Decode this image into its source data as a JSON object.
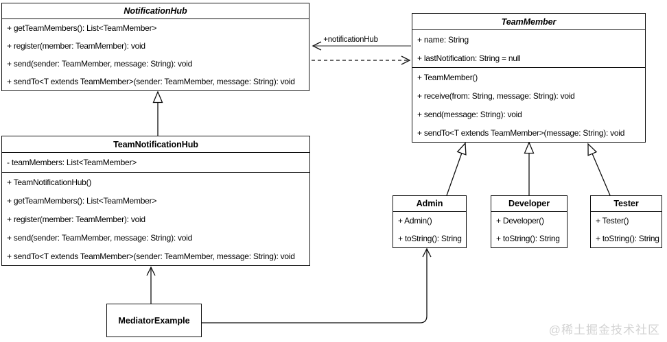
{
  "diagram": {
    "classes": [
      {
        "id": "notification-hub",
        "title": "NotificationHub",
        "abstract": true,
        "attributes": [],
        "methods": [
          "+ getTeamMembers(): List<TeamMember>",
          "+ register(member: TeamMember): void",
          "+ send(sender: TeamMember, message: String): void",
          "+ sendTo<T extends TeamMember>(sender: TeamMember, message: String): void"
        ]
      },
      {
        "id": "team-member",
        "title": "TeamMember",
        "abstract": true,
        "attributes": [
          "+ name: String",
          "+ lastNotification: String = null"
        ],
        "methods": [
          "+ TeamMember()",
          "+ receive(from: String, message: String): void",
          "+ send(message: String): void",
          "+ sendTo<T extends TeamMember>(message: String): void"
        ]
      },
      {
        "id": "team-notification-hub",
        "title": "TeamNotificationHub",
        "abstract": false,
        "attributes": [
          "- teamMembers: List<TeamMember>"
        ],
        "methods": [
          "+ TeamNotificationHub()",
          "+ getTeamMembers(): List<TeamMember>",
          "+ register(member: TeamMember): void",
          "+ send(sender: TeamMember, message: String): void",
          "+ sendTo<T extends TeamMember>(sender: TeamMember, message: String): void"
        ]
      },
      {
        "id": "admin",
        "title": "Admin",
        "abstract": false,
        "attributes": [],
        "methods": [
          "+ Admin()",
          "+ toString(): String"
        ]
      },
      {
        "id": "developer",
        "title": "Developer",
        "abstract": false,
        "attributes": [],
        "methods": [
          "+ Developer()",
          "+ toString(): String"
        ]
      },
      {
        "id": "tester",
        "title": "Tester",
        "abstract": false,
        "attributes": [],
        "methods": [
          "+ Tester()",
          "+ toString(): String"
        ]
      },
      {
        "id": "mediator-example",
        "title": "MediatorExample",
        "abstract": false,
        "attributes": [],
        "methods": []
      }
    ],
    "relationships": [
      {
        "from": "TeamNotificationHub",
        "to": "NotificationHub",
        "type": "generalization",
        "line": "solid",
        "arrow": "hollow-triangle"
      },
      {
        "from": "TeamMember",
        "to": "NotificationHub",
        "type": "association",
        "line": "solid",
        "arrow": "open",
        "label": "+notificationHub"
      },
      {
        "from": "NotificationHub",
        "to": "TeamMember",
        "type": "dependency",
        "line": "dashed",
        "arrow": "open"
      },
      {
        "from": "Admin",
        "to": "TeamMember",
        "type": "generalization",
        "line": "solid",
        "arrow": "hollow-triangle"
      },
      {
        "from": "Developer",
        "to": "TeamMember",
        "type": "generalization",
        "line": "solid",
        "arrow": "hollow-triangle"
      },
      {
        "from": "Tester",
        "to": "TeamMember",
        "type": "generalization",
        "line": "solid",
        "arrow": "hollow-triangle"
      },
      {
        "from": "MediatorExample",
        "to": "TeamNotificationHub",
        "type": "association",
        "line": "solid",
        "arrow": "open"
      },
      {
        "from": "MediatorExample",
        "to": "Admin",
        "type": "association",
        "line": "solid",
        "arrow": "open"
      }
    ]
  },
  "watermark": "@稀土掘金技术社区"
}
